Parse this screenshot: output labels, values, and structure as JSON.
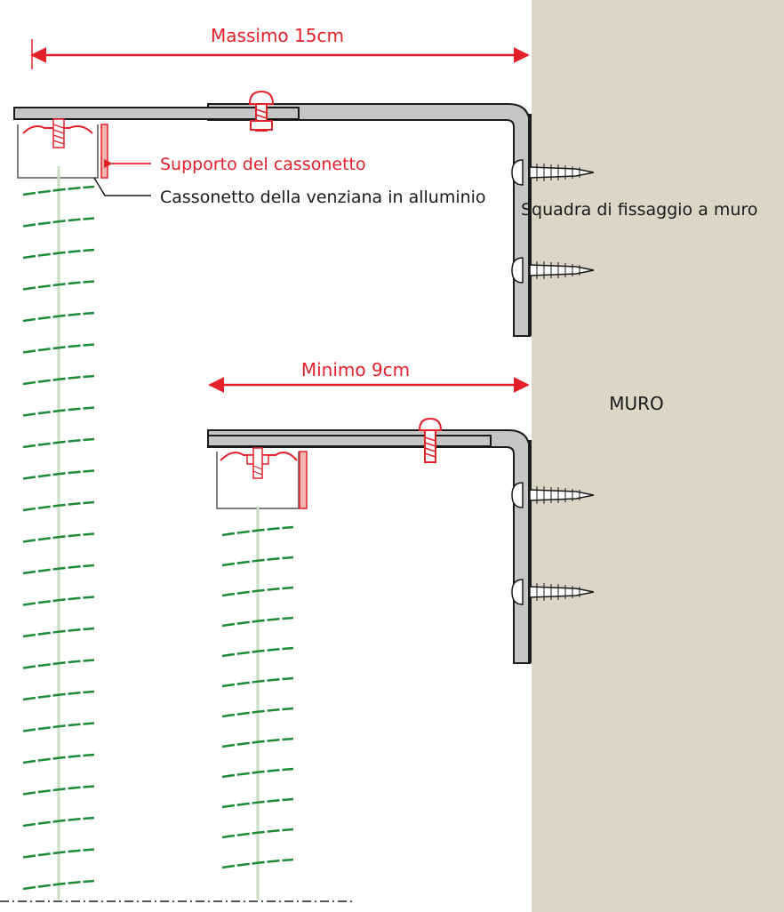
{
  "labels": {
    "max_distance": "Massimo 15cm",
    "min_distance": "Minimo 9cm",
    "support": "Supporto del cassonetto",
    "box": "Cassonetto della venziana in alluminio",
    "bracket": "Squadra di fissaggio a muro",
    "wall": "MURO"
  },
  "colors": {
    "wall": "#ddd5c6",
    "accent_red": "#e3202a",
    "bracket_fill": "#c6c6c6",
    "bracket_stroke": "#1a1a1a",
    "slat_green": "#1f8a3a",
    "cord": "#c8dcc0",
    "support_pink": "#f4b4ae",
    "text": "#1a1a1a"
  }
}
